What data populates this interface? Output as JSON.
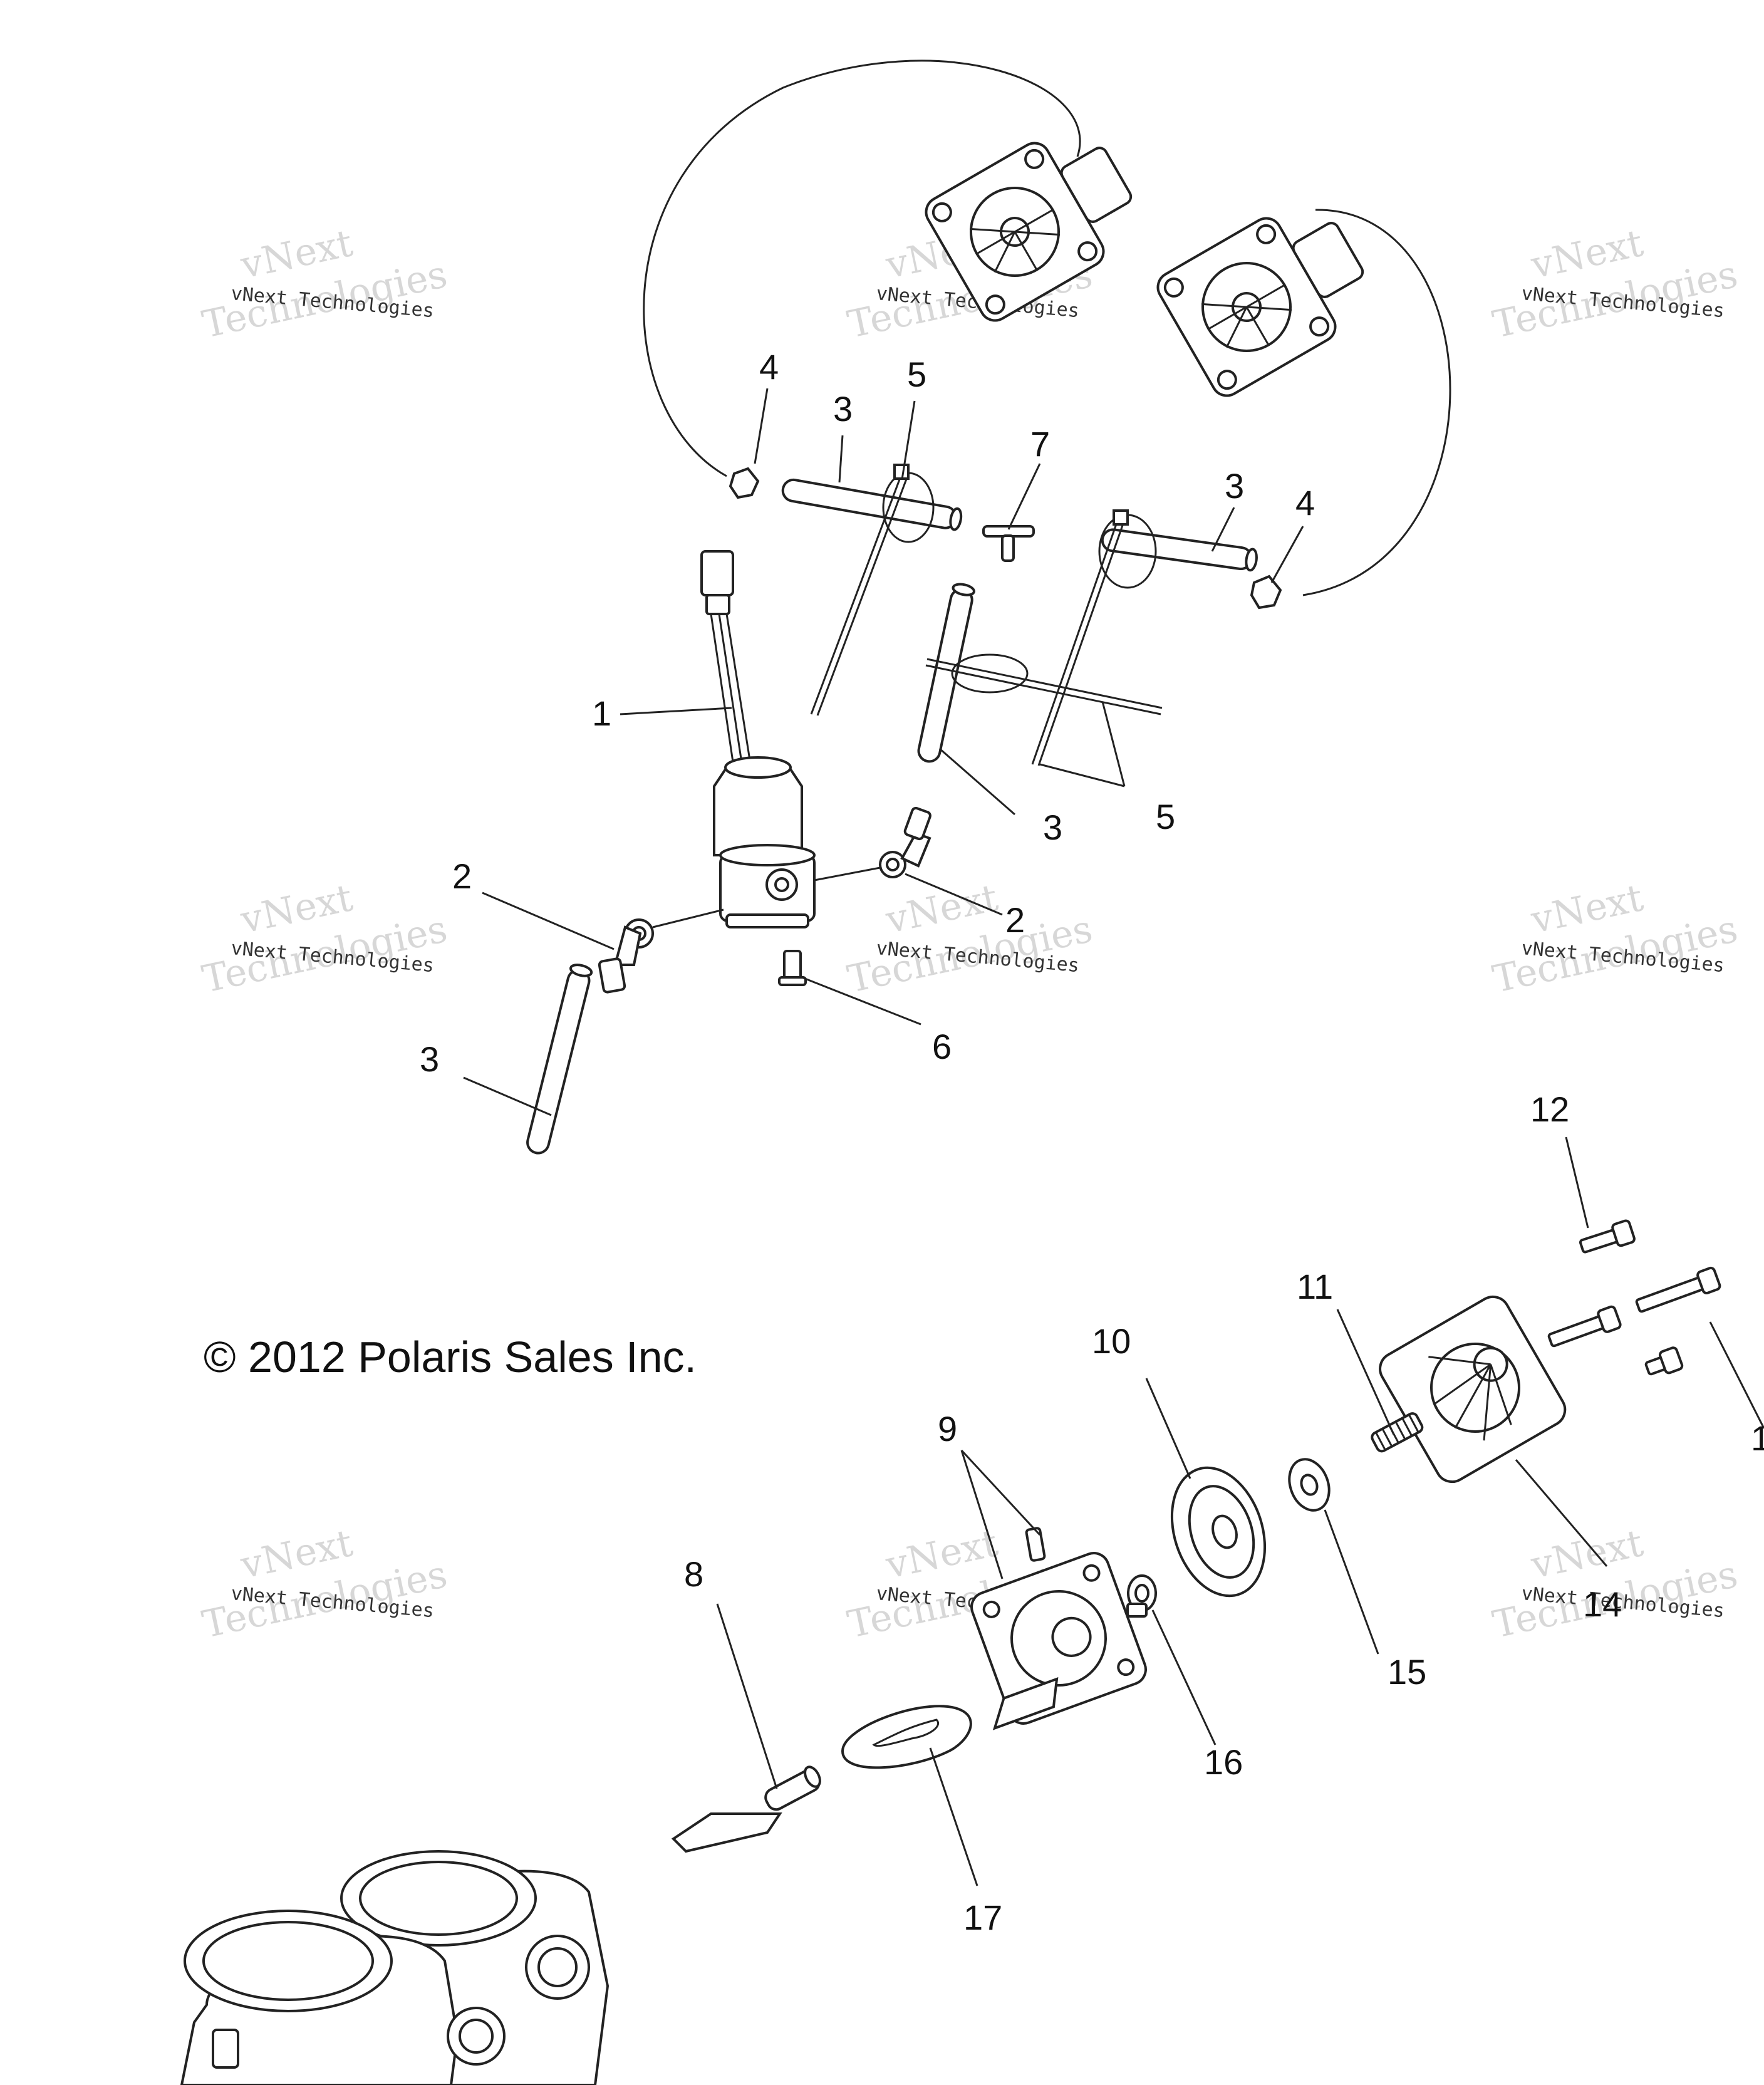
{
  "copyright": "© 2012 Polaris Sales Inc.",
  "watermark": {
    "line1": "vNext Technologies",
    "line2": "vNext",
    "line3": "Technologies"
  },
  "callouts": {
    "c1": "1",
    "c2a": "2",
    "c2b": "2",
    "c3a": "3",
    "c3b": "3",
    "c3c": "3",
    "c3d": "3",
    "c4a": "4",
    "c4b": "4",
    "c5a": "5",
    "c5b": "5",
    "c6": "6",
    "c7": "7",
    "c8": "8",
    "c9": "9",
    "c10": "10",
    "c11": "11",
    "c12": "12",
    "c13": "1",
    "c14": "14",
    "c15": "15",
    "c16": "16",
    "c17": "17"
  },
  "colors": {
    "line": "#222222",
    "watermark": "#b8b8b8"
  }
}
